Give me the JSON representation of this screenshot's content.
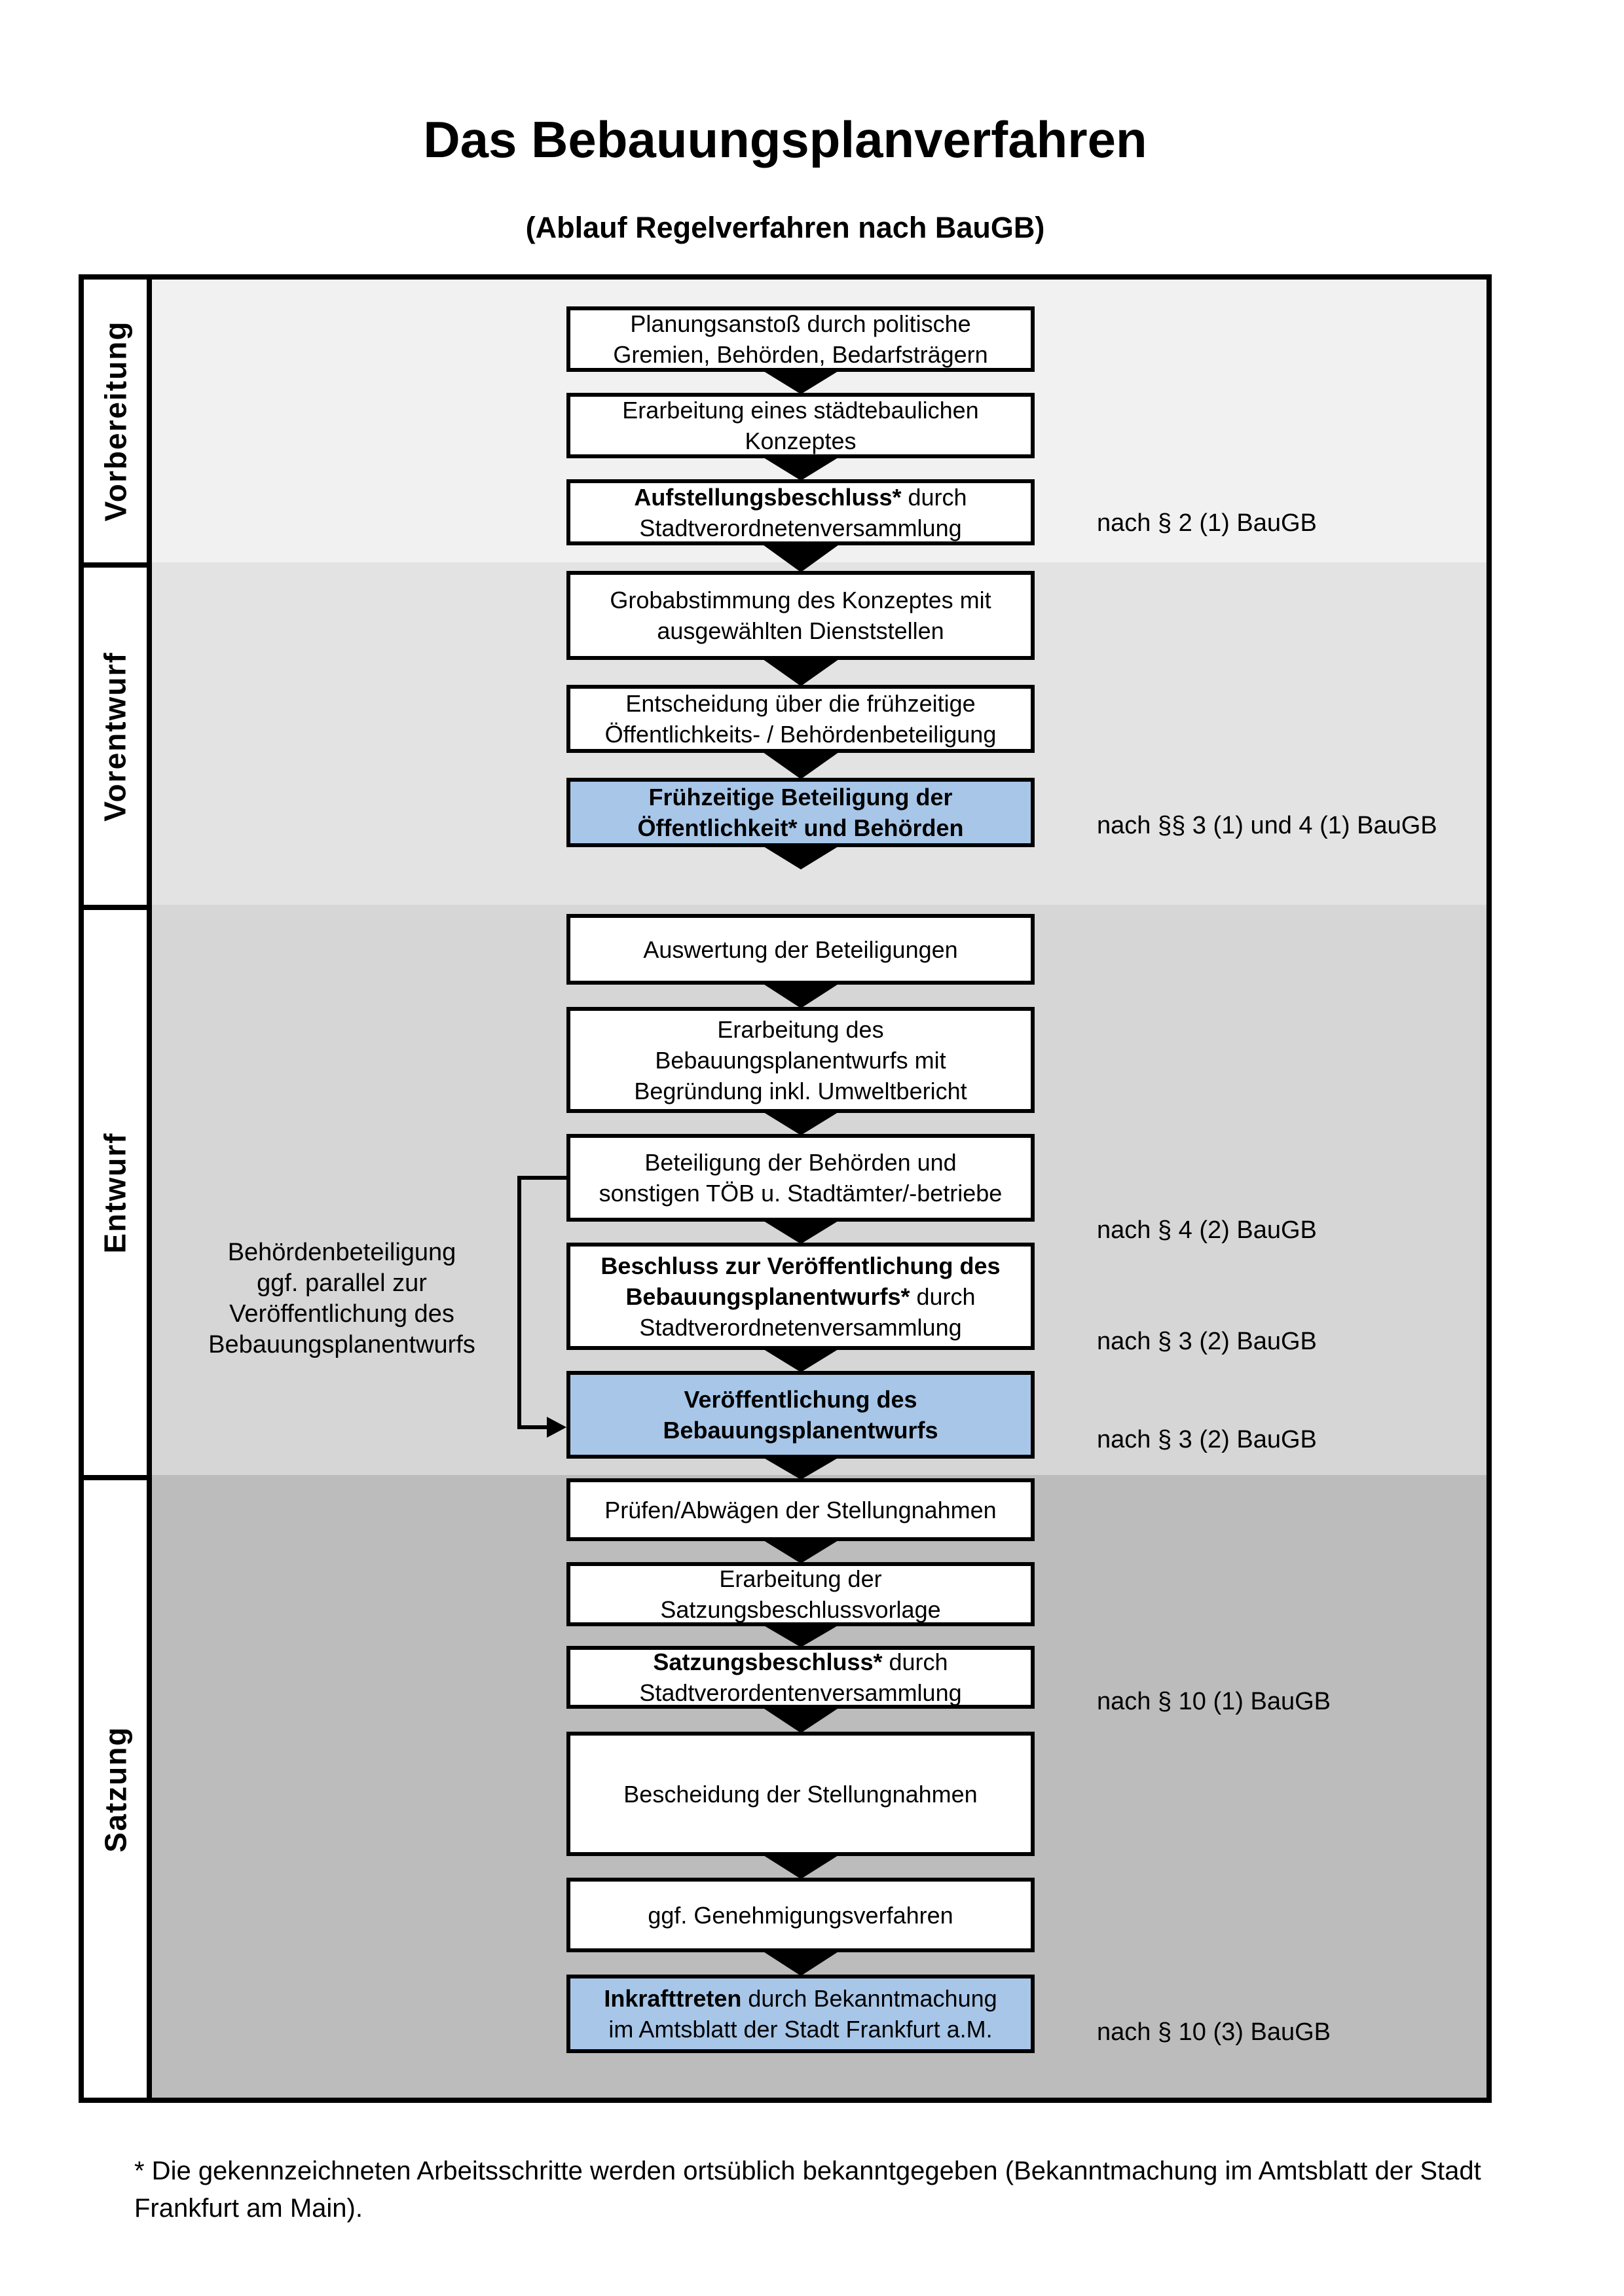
{
  "title": "Das Bebauungsplanverfahren",
  "subtitle": "(Ablauf Regelverfahren nach BauGB)",
  "colors": {
    "highlight": "#a7c6e8",
    "border": "#000000",
    "band_colors": [
      "#f1f1f1",
      "#e3e3e3",
      "#d6d6d6",
      "#bcbcbc"
    ]
  },
  "sections": [
    {
      "label": "Vorbereitung",
      "boxes": [
        {
          "lines": [
            [
              {
                "t": "Planungsanstoß durch politische"
              }
            ],
            [
              {
                "t": "Gremien, Behörden, Bedarfsträgern"
              }
            ]
          ]
        },
        {
          "lines": [
            [
              {
                "t": "Erarbeitung eines städtebaulichen"
              }
            ],
            [
              {
                "t": "Konzeptes"
              }
            ]
          ]
        },
        {
          "lines": [
            [
              {
                "t": "Aufstellungsbeschluss*",
                "b": 1
              },
              {
                "t": " durch"
              }
            ],
            [
              {
                "t": "Stadtverordnetenversammlung"
              }
            ]
          ]
        }
      ]
    },
    {
      "label": "Vorentwurf",
      "boxes": [
        {
          "lines": [
            [
              {
                "t": "Grobabstimmung des Konzeptes mit"
              }
            ],
            [
              {
                "t": "ausgewählten Dienststellen"
              }
            ]
          ]
        },
        {
          "lines": [
            [
              {
                "t": "Entscheidung über die frühzeitige"
              }
            ],
            [
              {
                "t": "Öffentlichkeits- / Behördenbeteiligung"
              }
            ]
          ]
        },
        {
          "highlight": true,
          "lines": [
            [
              {
                "t": "Frühzeitige Beteiligung der",
                "b": 1
              }
            ],
            [
              {
                "t": "Öffentlichkeit* und Behörden",
                "b": 1
              }
            ]
          ]
        }
      ]
    },
    {
      "label": "Entwurf",
      "boxes": [
        {
          "lines": [
            [
              {
                "t": "Auswertung der Beteiligungen"
              }
            ]
          ]
        },
        {
          "lines": [
            [
              {
                "t": "Erarbeitung des"
              }
            ],
            [
              {
                "t": "Bebauungsplanentwurfs mit"
              }
            ],
            [
              {
                "t": "Begründung inkl. Umweltbericht"
              }
            ]
          ]
        },
        {
          "lines": [
            [
              {
                "t": "Beteiligung der Behörden und"
              }
            ],
            [
              {
                "t": "sonstigen TÖB u. Stadtämter/-betriebe"
              }
            ]
          ]
        },
        {
          "lines": [
            [
              {
                "t": "Beschluss zur Veröffentlichung des",
                "b": 1
              }
            ],
            [
              {
                "t": "Bebauungsplanentwurfs*",
                "b": 1
              },
              {
                "t": " durch"
              }
            ],
            [
              {
                "t": "Stadtverordnetenversammlung"
              }
            ]
          ]
        },
        {
          "highlight": true,
          "lines": [
            [
              {
                "t": "Veröffentlichung des",
                "b": 1
              }
            ],
            [
              {
                "t": "Bebauungsplanentwurfs",
                "b": 1
              }
            ]
          ]
        }
      ]
    },
    {
      "label": "Satzung",
      "boxes": [
        {
          "lines": [
            [
              {
                "t": "Prüfen/Abwägen der Stellungnahmen"
              }
            ]
          ]
        },
        {
          "lines": [
            [
              {
                "t": "Erarbeitung der"
              }
            ],
            [
              {
                "t": "Satzungsbeschlussvorlage"
              }
            ]
          ]
        },
        {
          "lines": [
            [
              {
                "t": "Satzungsbeschluss*",
                "b": 1
              },
              {
                "t": " durch"
              }
            ],
            [
              {
                "t": "Stadtverordentenversammlung"
              }
            ]
          ]
        },
        {
          "lines": [
            [
              {
                "t": "Bescheidung der Stellungnahmen"
              }
            ]
          ]
        },
        {
          "lines": [
            [
              {
                "t": "ggf. Genehmigungsverfahren"
              }
            ]
          ]
        },
        {
          "highlight": true,
          "lines": [
            [
              {
                "t": "Inkrafttreten",
                "b": 1
              },
              {
                "t": " durch Bekanntmachung"
              }
            ],
            [
              {
                "t": "im Amtsblatt der Stadt Frankfurt a.M."
              }
            ]
          ]
        }
      ]
    }
  ],
  "references": [
    "nach § 2 (1) BauGB",
    "nach §§ 3 (1) und 4 (1) BauGB",
    "nach § 4 (2) BauGB",
    "nach § 3 (2) BauGB",
    "nach § 3 (2) BauGB",
    "nach § 10 (1) BauGB",
    "nach § 10 (3) BauGB"
  ],
  "annotation": {
    "lines": [
      "Behördenbeteiligung",
      "ggf. parallel zur",
      "Veröffentlichung des",
      "Bebauungsplanentwurfs"
    ]
  },
  "footnote_lines": [
    "* Die gekennzeichneten Arbeitsschritte werden ortsüblich bekanntgegeben (Bekanntmachung im Amtsblatt  der Stadt",
    "Frankfurt am Main)."
  ]
}
